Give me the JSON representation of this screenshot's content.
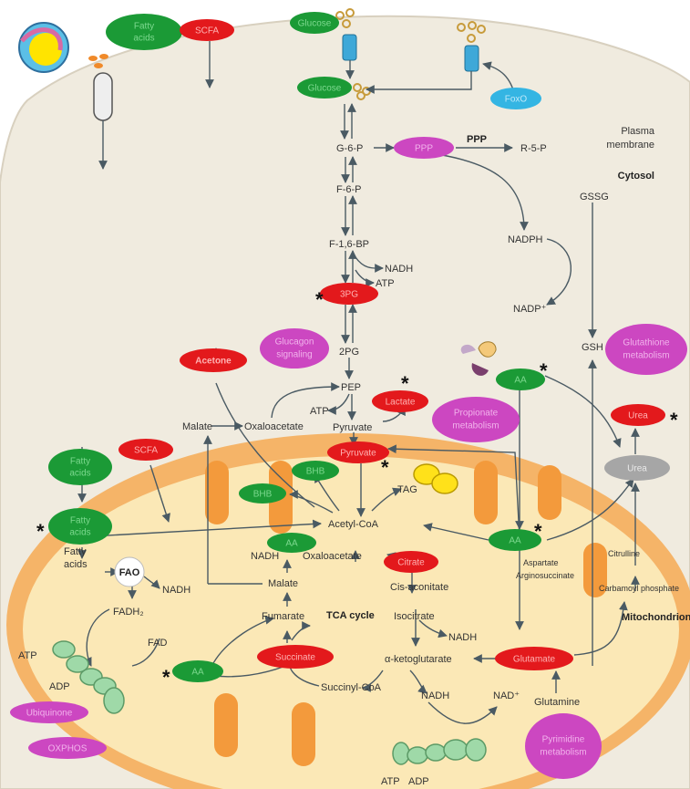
{
  "regions": {
    "plasma_membrane": "Plasma\nmembrane",
    "cytosol": "Cytosol",
    "mitochondrion": "Mitochondrion",
    "tca_cycle": "TCA cycle"
  },
  "metabolites": {
    "glucose_out": "Glucose",
    "glucose_in": "Glucose",
    "g6p": "G-6-P",
    "ppp_oval": "PPP",
    "ppp_label": "PPP",
    "r5p": "R-5-P",
    "f6p": "F-6-P",
    "f16bp": "F-1,6-BP",
    "nadh_glyc": "NADH",
    "atp_glyc": "ATP",
    "pg3": "3PG",
    "pg2": "2PG",
    "pep": "PEP",
    "atp_pep": "ATP",
    "pyruvate_cyto": "Pyruvate",
    "lactate": "Lactate",
    "malate_cyto": "Malate",
    "oxaloacetate_cyto": "Oxaloacetate",
    "acetone": "Acetone",
    "glucagon": "Glucagon\nsignaling",
    "nadph": "NADPH",
    "nadp": "NADP⁺",
    "gssg": "GSSG",
    "gsh": "GSH",
    "glutathione": "Glutathione\nmetabolism",
    "propionate": "Propionate\nmetabolism",
    "aa_cyto": "AA",
    "urea_cyto": "Urea",
    "foxo": "FoxO",
    "fatty_acids_top": "Fatty\nacids",
    "scfa_top": "SCFA",
    "fatty_acids_mid": "Fatty\nacids",
    "fatty_acids_mito": "Fatty\nacids",
    "fatty_acids_plain": "Fatty\nacids",
    "scfa_mid": "SCFA",
    "fao": "FAO",
    "nadh_fao": "NADH",
    "fadh2": "FADH₂",
    "fad": "FAD",
    "pyruvate_mito": "Pyruvate",
    "bhb1": "BHB",
    "bhb2": "BHB",
    "tag": "TAG",
    "acetyl_coa": "Acetyl-CoA",
    "aa_mito1": "AA",
    "nadh_mal": "NADH",
    "oxaloacetate_mito": "Oxaloacetate",
    "citrate": "Citrate",
    "cis_aconitate": "Cis-aconitate",
    "isocitrate": "Isocitrate",
    "nadh_iso": "NADH",
    "malate_mito": "Malate",
    "fumarate": "Fumarate",
    "succinate": "Succinate",
    "aa_mito2": "AA",
    "succinyl_coa": "Succinyl-CoA",
    "akg": "α-ketoglutarate",
    "glutamate": "Glutamate",
    "nadh_akg": "NADH",
    "nad": "NAD⁺",
    "glutamine": "Glutamine",
    "aa_mito3": "AA",
    "aspartate": "Aspartate",
    "argininosuccinate": "Arginosuccinate",
    "citrulline": "Citrulline",
    "carbamoyl": "Carbamoyl phosphate",
    "urea_mito": "Urea",
    "atp_etc": "ATP",
    "adp_etc": "ADP",
    "atp_bottom": "ATP",
    "adp_bottom": "ADP",
    "ubiquinone": "Ubiquinone",
    "oxphos": "OXPHOS",
    "pyrimidine": "Pyrimidine\nmetabolism"
  },
  "markers": {
    "star": "*"
  },
  "colors": {
    "red": "#e3191c",
    "green": "#1b9a36",
    "magenta": "#cc47c1",
    "blue": "#34b5e3",
    "gray": "#a6a6a6",
    "cytosol": "#f0ebdf",
    "mito_outer": "#f5b468",
    "mito_inner": "#fbe8b6",
    "crista": "#f39a3c"
  }
}
